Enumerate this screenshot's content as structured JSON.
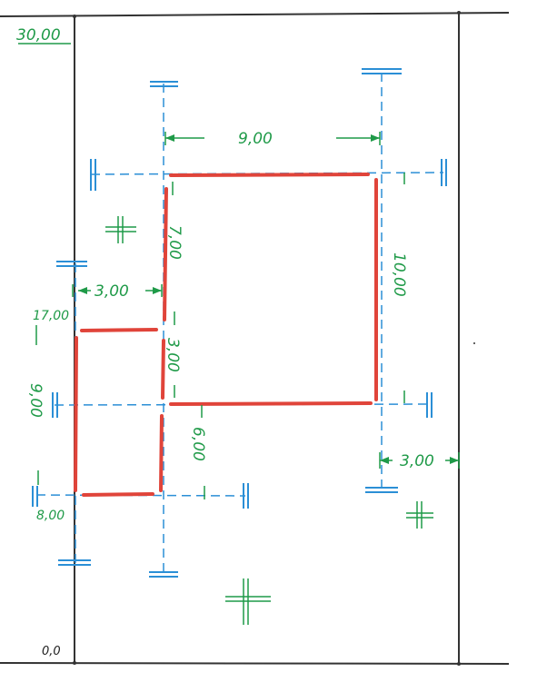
{
  "labels": {
    "top_left": "30,00",
    "origin": "0,0",
    "dim_9": "9,00",
    "dim_10": "10,00",
    "dim_7": "7,00",
    "dim_3_left": "3,00",
    "dim_3_mid": "3,00",
    "dim_6": "6,00",
    "dim_9_left": "9,00",
    "dim_17": "17,00",
    "dim_8": "8,00",
    "dim_3_right": "3,00"
  },
  "colors": {
    "border": "#333333",
    "wall": "#e0443a",
    "axis": "#2b8fd6",
    "dimension": "#1f9a48"
  }
}
